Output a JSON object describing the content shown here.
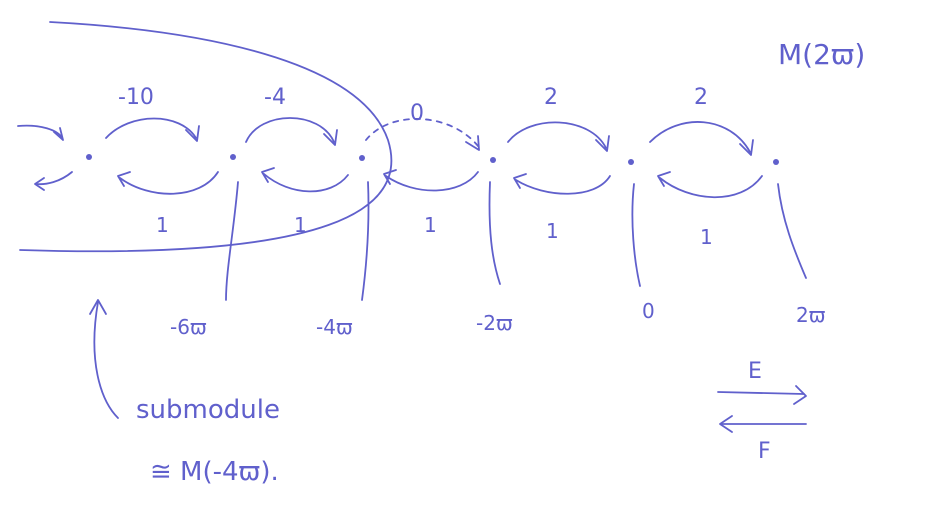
{
  "title": "M(2ϖ)",
  "weights": [
    "-6ϖ",
    "-4ϖ",
    "-2ϖ",
    "0",
    "2ϖ"
  ],
  "e_labels": [
    "-10",
    "-4",
    "0",
    "2",
    "2"
  ],
  "f_labels": [
    "1",
    "1",
    "1",
    "1",
    "1"
  ],
  "annotation": {
    "line1": "submodule",
    "line2": "≅ M(-4ϖ)."
  },
  "legend": {
    "e": "E",
    "f": "F"
  },
  "colors": {
    "ink": "#6060cc",
    "background": "#ffffff"
  }
}
